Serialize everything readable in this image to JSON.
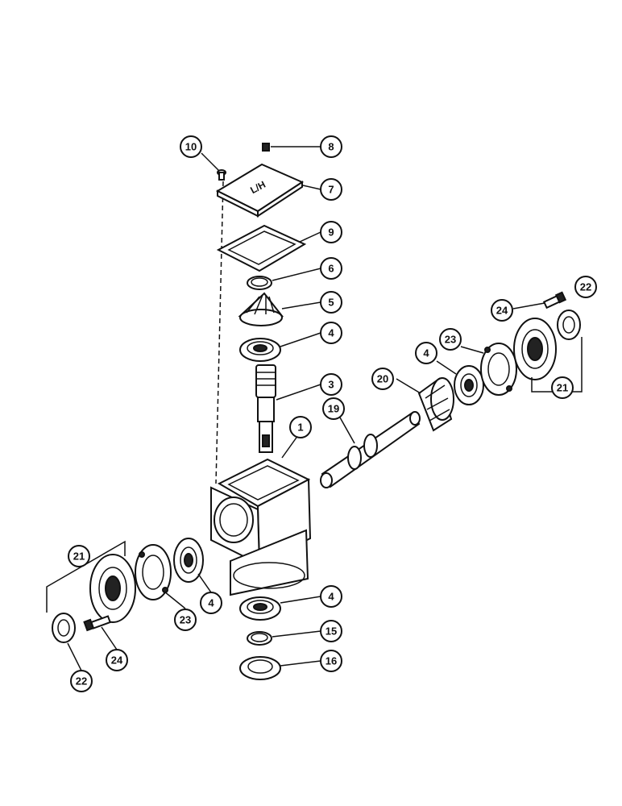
{
  "diagram": {
    "type": "exploded parts diagram",
    "cover_marking": "L/H",
    "callouts": [
      {
        "id": "c10",
        "label": "10"
      },
      {
        "id": "c8",
        "label": "8"
      },
      {
        "id": "c7",
        "label": "7"
      },
      {
        "id": "c9",
        "label": "9"
      },
      {
        "id": "c6",
        "label": "6"
      },
      {
        "id": "c5",
        "label": "5"
      },
      {
        "id": "c4a",
        "label": "4"
      },
      {
        "id": "c3",
        "label": "3"
      },
      {
        "id": "c1",
        "label": "1"
      },
      {
        "id": "c19",
        "label": "19"
      },
      {
        "id": "c20",
        "label": "20"
      },
      {
        "id": "c4b",
        "label": "4"
      },
      {
        "id": "c23a",
        "label": "23"
      },
      {
        "id": "c24a",
        "label": "24"
      },
      {
        "id": "c22a",
        "label": "22"
      },
      {
        "id": "c21a",
        "label": "21"
      },
      {
        "id": "c21b",
        "label": "21"
      },
      {
        "id": "c23b",
        "label": "23"
      },
      {
        "id": "c4c",
        "label": "4"
      },
      {
        "id": "c4d",
        "label": "4"
      },
      {
        "id": "c15",
        "label": "15"
      },
      {
        "id": "c16",
        "label": "16"
      },
      {
        "id": "c24b",
        "label": "24"
      },
      {
        "id": "c22b",
        "label": "22"
      }
    ]
  }
}
